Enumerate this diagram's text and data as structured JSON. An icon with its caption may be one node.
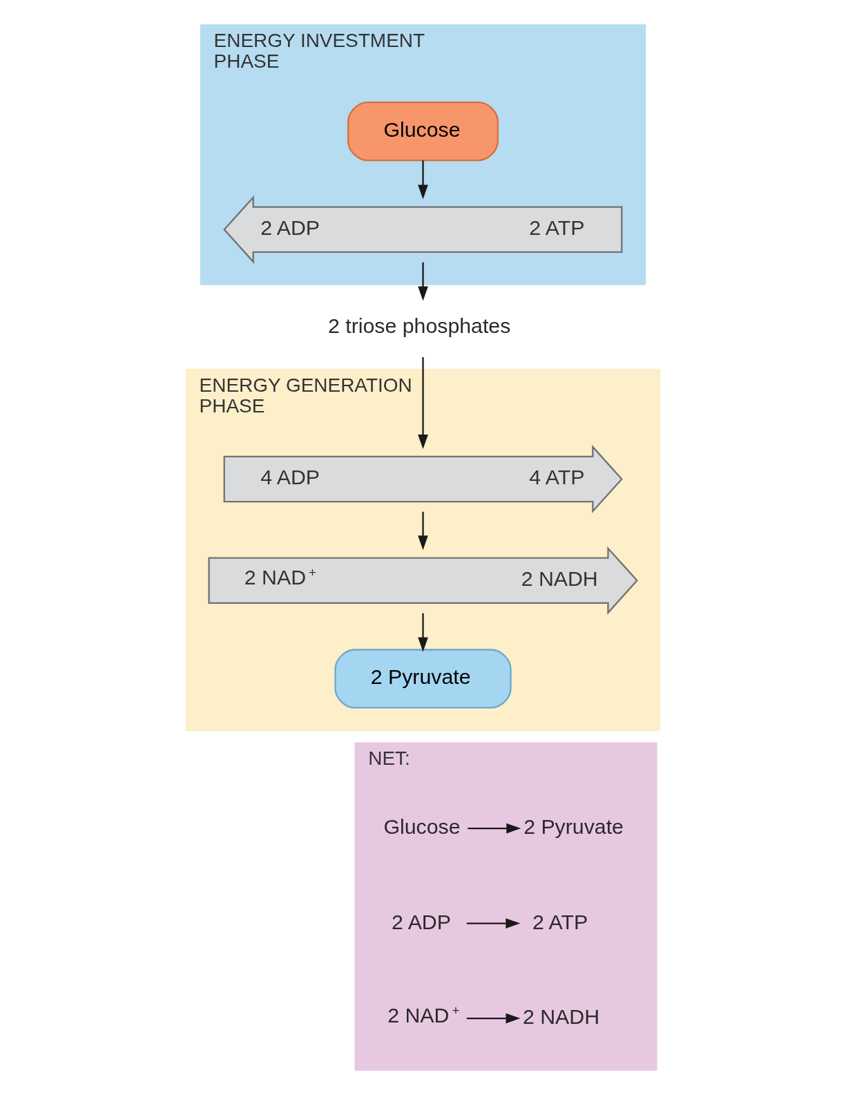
{
  "diagram": {
    "nodes": [
      {
        "text": [
          "ENERGY INVESTMENT PHASE"
        ]
      },
      {
        "text": [
          "Glucose"
        ],
        "in": 0
      },
      {
        "text": [
          "2 ADP",
          "2 ATP"
        ],
        "in": 0
      },
      {
        "text": [
          "2 triose phosphates"
        ]
      },
      {
        "text": [
          "ENERGY GENERATION PHASE"
        ]
      },
      {
        "text": [
          "4 ADP",
          "4 ATP"
        ],
        "in": 4
      },
      {
        "text": [
          "2 NAD$^{+}$",
          "2 NADH"
        ],
        "in": 4
      },
      {
        "text": [
          "2 Pyruvate"
        ],
        "in": 4
      },
      {
        "text": [
          "NET:"
        ]
      },
      {
        "text": [
          "Glucose"
        ],
        "in": 8
      },
      {
        "text": [
          "2 Pyruvate"
        ],
        "in": 8
      },
      {
        "text": [
          "2 ADP"
        ],
        "in": 8
      },
      {
        "text": [
          "2 ATP"
        ],
        "in": 8
      },
      {
        "text": [
          "2 NAD$^{+}$"
        ],
        "in": 8
      },
      {
        "text": [
          "2 NADH"
        ],
        "in": 8
      }
    ],
    "edges": [
      {
        "from": 1,
        "to": 2,
        "arrow": "to"
      },
      {
        "from": 2,
        "to": 3,
        "arrow": "to"
      },
      {
        "from": 3,
        "to": 5,
        "arrow": "to"
      },
      {
        "from": 5,
        "to": 6,
        "arrow": "to"
      },
      {
        "from": 6,
        "to": 7,
        "arrow": "to"
      },
      {
        "from": 9,
        "to": 10,
        "arrow": "to"
      },
      {
        "from": 11,
        "to": 12,
        "arrow": "to"
      },
      {
        "from": 13,
        "to": 14,
        "arrow": "to"
      }
    ]
  }
}
